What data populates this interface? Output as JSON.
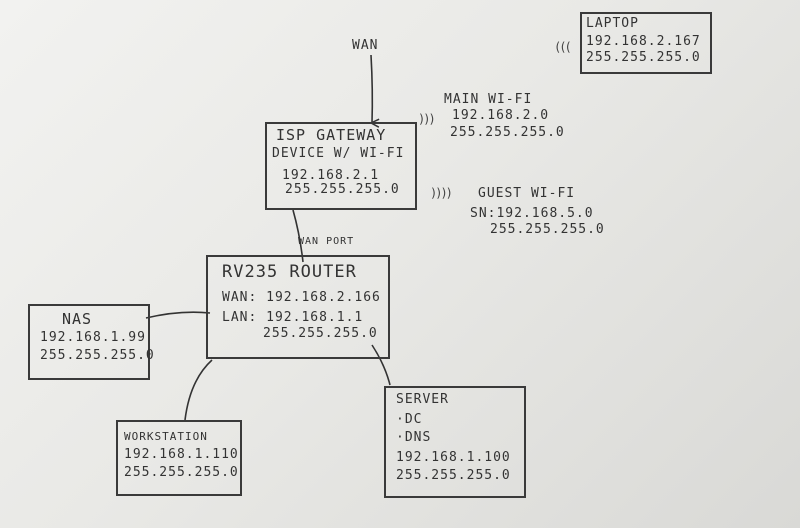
{
  "wan": {
    "label": "WAN"
  },
  "isp_gateway": {
    "title_line1": "ISP GATEWAY",
    "title_line2": "DEVICE W/ WI-FI",
    "ip": "192.168.2.1",
    "mask": "255.255.255.0"
  },
  "main_wifi": {
    "label": "MAIN WI-FI",
    "network": "192.168.2.0",
    "mask": "255.255.255.0"
  },
  "guest_wifi": {
    "label": "GUEST WI-FI",
    "sn": "SN:192.168.5.0",
    "mask": "255.255.255.0"
  },
  "laptop": {
    "label": "LAPTOP",
    "ip": "192.168.2.167",
    "mask": "255.255.255.0"
  },
  "wan_port": {
    "label": "WAN PORT"
  },
  "router": {
    "title": "RV235 ROUTER",
    "wan": "WAN: 192.168.2.166",
    "lan": "LAN: 192.168.1.1",
    "mask": "255.255.255.0"
  },
  "nas": {
    "label": "NAS",
    "ip": "192.168.1.99",
    "mask": "255.255.255.0"
  },
  "workstation": {
    "label": "WORKSTATION",
    "ip": "192.168.1.110",
    "mask": "255.255.255.0"
  },
  "server": {
    "label": "SERVER",
    "role1": "·DC",
    "role2": "·DNS",
    "ip": "192.168.1.100",
    "mask": "255.255.255.0"
  },
  "icons": {
    "wireless": "wifi-waves-icon",
    "arrow": "arrow-down-icon"
  }
}
